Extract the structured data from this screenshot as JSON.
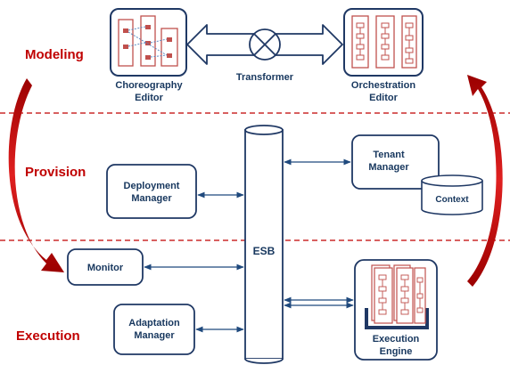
{
  "phases": {
    "modeling": "Modeling",
    "provision": "Provision",
    "execution": "Execution"
  },
  "components": {
    "choreography_editor": [
      "Choreography",
      "Editor"
    ],
    "transformer": "Transformer",
    "orchestration_editor": [
      "Orchestration",
      "Editor"
    ],
    "tenant_manager": [
      "Tenant",
      "Manager"
    ],
    "context": "Context",
    "deployment_manager": [
      "Deployment",
      "Manager"
    ],
    "esb": "ESB",
    "monitor": "Monitor",
    "adaptation_manager": [
      "Adaptation",
      "Manager"
    ],
    "execution_engine": [
      "Execution",
      "Engine"
    ]
  },
  "colors": {
    "phase_label": "#c00000",
    "divider": "#c00000",
    "box_border": "#1f3864",
    "text": "#17375e",
    "arrow": "#1f497d",
    "icon_red": "#c0504d",
    "icon_blue": "#4f81bd",
    "curve_arrow": "#b00000"
  }
}
